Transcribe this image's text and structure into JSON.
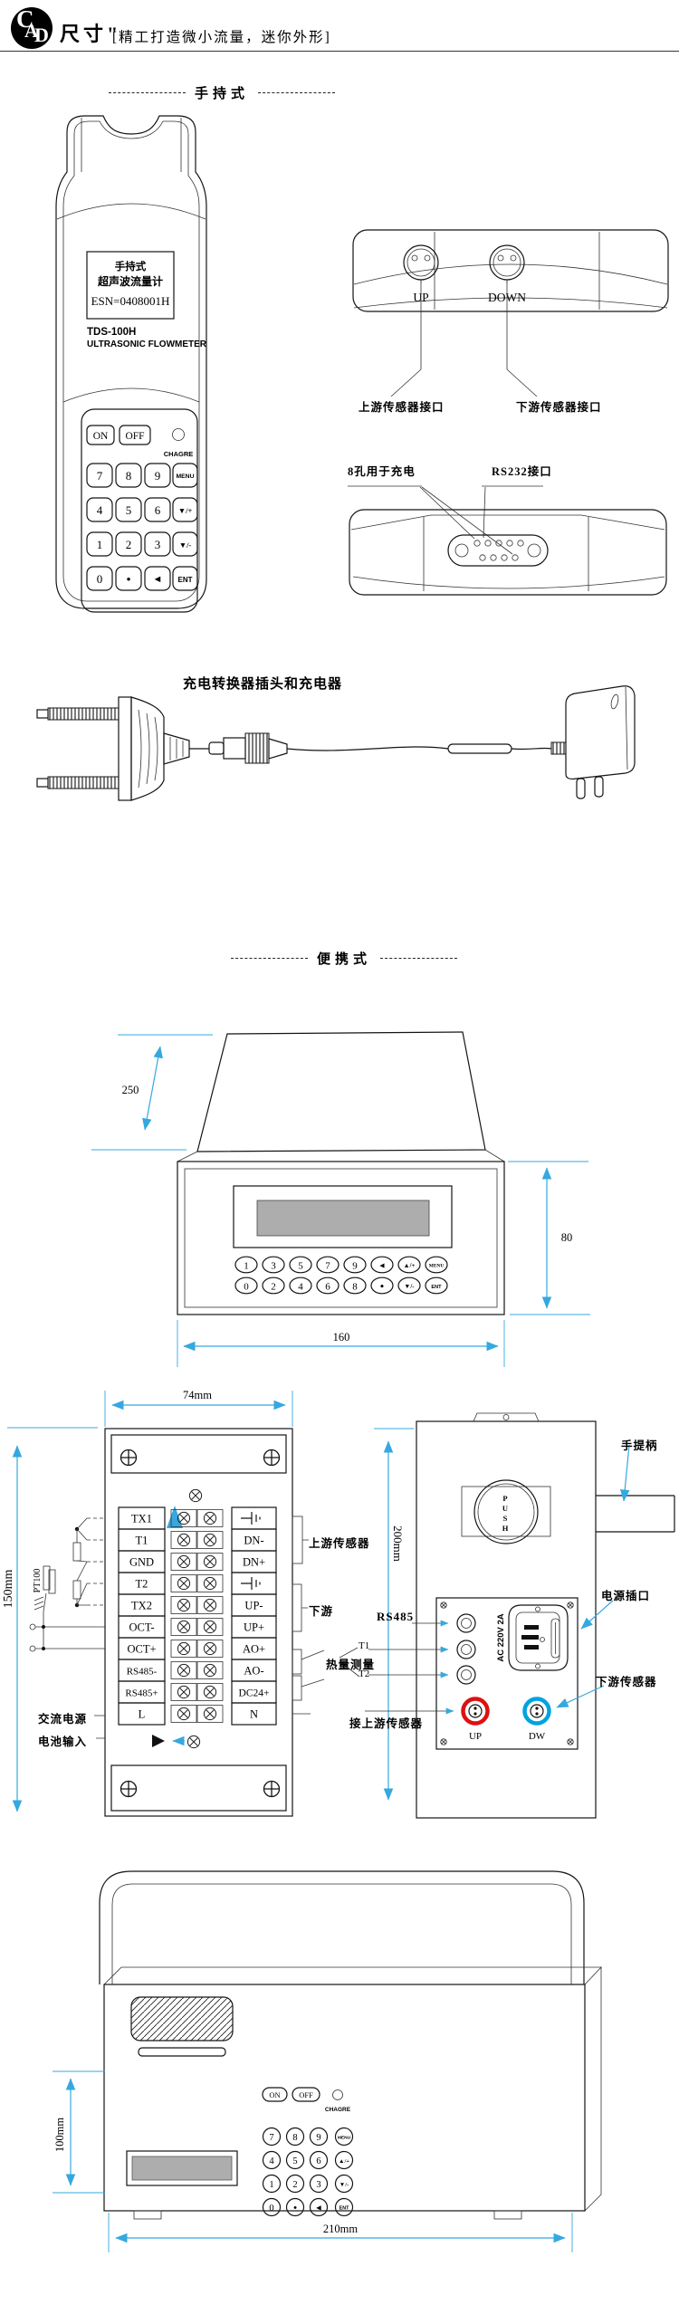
{
  "colors": {
    "dim_accent": "#35A8E0",
    "red_connector": "#DD1111",
    "blue_connector": "#00A3E0",
    "lcd_gray": "#ADADAD"
  },
  "header": {
    "logo_letters": [
      "C",
      "A",
      "D"
    ],
    "brand": "尺寸\"",
    "slogan": "[精工打造微小流量，迷你外形]"
  },
  "handheld_section": {
    "title": "手持式",
    "device": {
      "screen_line1": "手持式",
      "screen_line2": "超声波流量计",
      "screen_line3": "ESN=0408001H",
      "model_line1": "TDS-100H",
      "model_line2": "ULTRASONIC FLOWMETER",
      "key_on": "ON",
      "key_off": "OFF",
      "charge_label": "CHAGRE",
      "keys": [
        "7",
        "8",
        "9",
        "MENU",
        "4",
        "5",
        "6",
        "▼/+",
        "1",
        "2",
        "3",
        "▼/-",
        "0",
        "•",
        "◄",
        "ENT"
      ]
    },
    "top_view": {
      "up": "UP",
      "down": "DOWN",
      "upstream_label": "上游传感器接口",
      "downstream_label": "下游传感器接口"
    },
    "bottom_view": {
      "charge_label": "8孔用于充电",
      "rs232_label": "RS232接口"
    }
  },
  "charger_section": {
    "title": "充电转换器插头和充电器"
  },
  "portable_section": {
    "title": "便携式",
    "dims": {
      "depth": "250",
      "height": "80",
      "width": "160"
    },
    "keys": [
      "1",
      "3",
      "5",
      "7",
      "9",
      "◄",
      "▲/+",
      "MENU",
      "0",
      "2",
      "4",
      "6",
      "8",
      "•",
      "▼/-",
      "ENT"
    ]
  },
  "terminal_section": {
    "dims": {
      "width": "74mm",
      "height": "150mm"
    },
    "left_labels": [
      "TX1",
      "T1",
      "GND",
      "T2",
      "TX2",
      "OCT-",
      "OCT+",
      "RS485-",
      "RS485+",
      "L"
    ],
    "right_labels": [
      "⏚",
      "DN-",
      "DN+",
      "⏚",
      "UP-",
      "UP+",
      "AO+",
      "AO-",
      "DC24+",
      "N"
    ],
    "pt100": "PT100",
    "ac_power": "交流电源",
    "battery_input": "电池输入",
    "upstream_label": "上游传感器",
    "downstream_label": "下游"
  },
  "rear_section": {
    "dim_height": "200mm",
    "handle_label": "手提柄",
    "push": "PUSH",
    "rs485": "RS485",
    "t1": "T1",
    "t2": "T2",
    "heat_label": "热量测量",
    "connect_upstream": "接上游传感器",
    "power_socket": "电源插口",
    "downstream_sensor": "下游传感器",
    "socket_rating": "AC 220V 2A",
    "up": "UP",
    "dw": "DW"
  },
  "printer_section": {
    "dims": {
      "height": "100mm",
      "width": "210mm"
    },
    "key_on": "ON",
    "key_off": "OFF",
    "charge_label": "CHAGRE",
    "keys": [
      "7",
      "8",
      "9",
      "MENU",
      "4",
      "5",
      "6",
      "▲/+",
      "1",
      "2",
      "3",
      "▼/-",
      "0",
      "•",
      "◄",
      "ENT"
    ]
  }
}
